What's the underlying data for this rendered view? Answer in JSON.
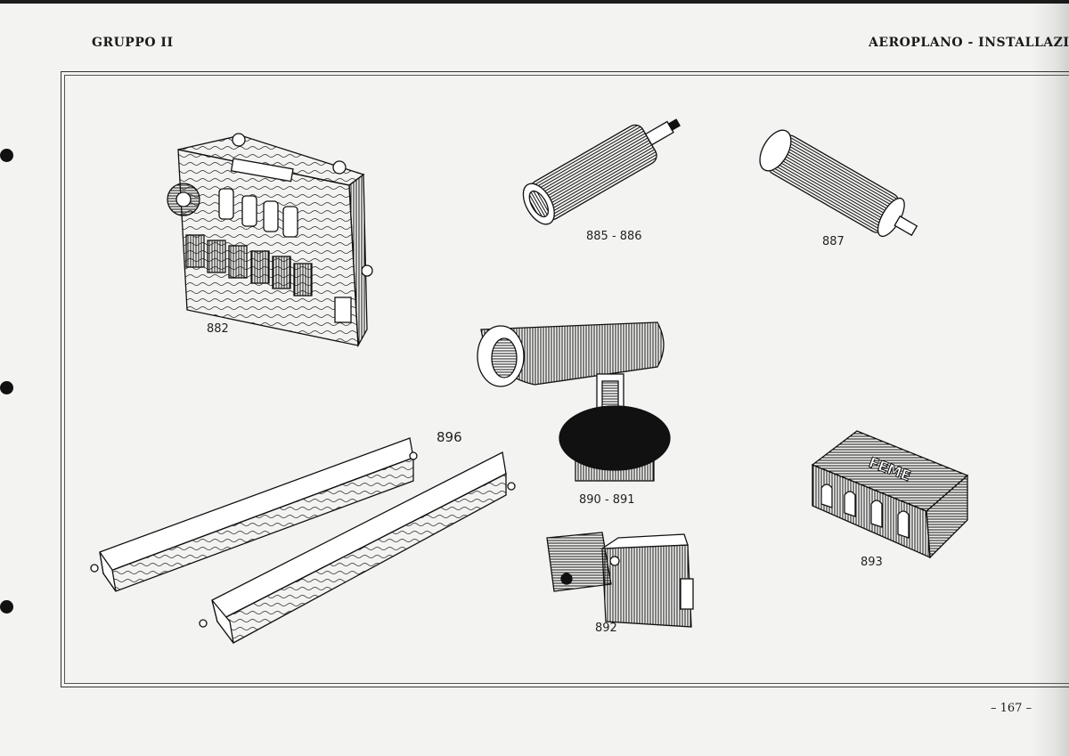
{
  "header": {
    "left": "GRUPPO II",
    "right": "AEROPLANO - INSTALLAZIO"
  },
  "figures": {
    "f882": "882",
    "f885": "885 - 886",
    "f887": "887",
    "f890": "890 - 891",
    "f892": "892",
    "f893": "893",
    "f896": "896"
  },
  "logo_text": "FEME",
  "footer": {
    "page_number": "– 167 –"
  }
}
